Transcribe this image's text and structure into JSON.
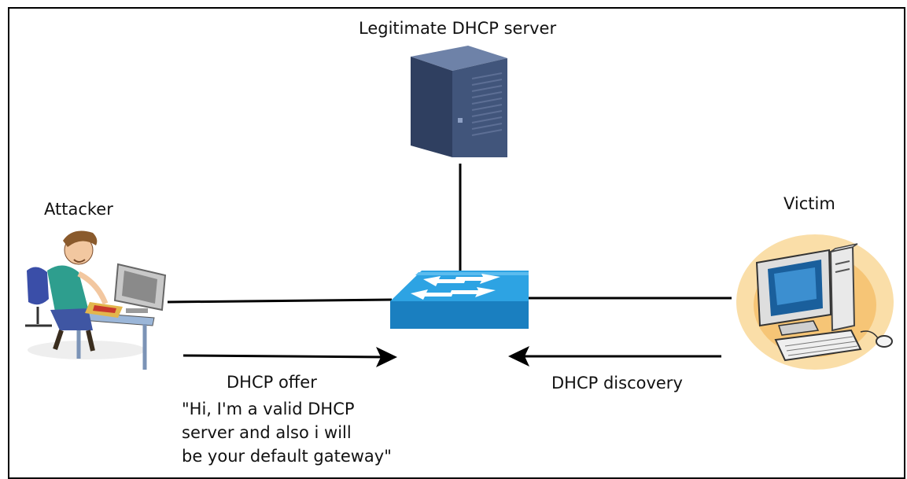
{
  "nodes": {
    "server_label": "Legitimate DHCP server",
    "attacker_label": "Attacker",
    "victim_label": "Victim"
  },
  "messages": {
    "offer_title": "DHCP offer",
    "offer_quote_lines": [
      "\"Hi, I'm a valid DHCP",
      "server and also i will",
      "be your default gateway\""
    ],
    "discovery_title": "DHCP discovery"
  },
  "colors": {
    "switch": "#1e8fd0",
    "server": "#3f5275",
    "line": "#000000"
  }
}
